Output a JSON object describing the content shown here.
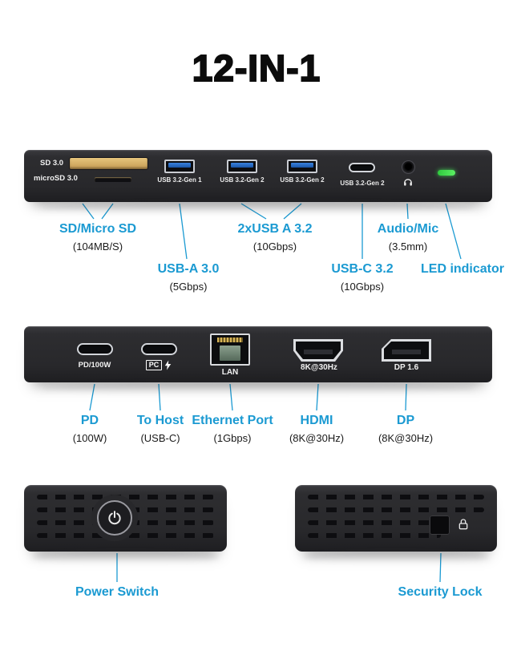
{
  "title": "12-IN-1",
  "colors": {
    "accent": "#1b9ad2",
    "led": "#3fdd4e",
    "device_body": "#28282b"
  },
  "top_view": {
    "sd_label": "SD 3.0",
    "microsd_label": "microSD 3.0",
    "usb_port_labels": [
      "USB 3.2-Gen 1",
      "USB 3.2-Gen 2",
      "USB 3.2-Gen 2"
    ],
    "usbc_label": "USB 3.2-Gen 2",
    "callouts": [
      {
        "title": "SD/Micro SD",
        "subtitle": "(104MB/S)"
      },
      {
        "title": "USB-A 3.0",
        "subtitle": "(5Gbps)"
      },
      {
        "title": "2xUSB A 3.2",
        "subtitle": "(10Gbps)"
      },
      {
        "title": "USB-C 3.2",
        "subtitle": "(10Gbps)"
      },
      {
        "title": "Audio/Mic",
        "subtitle": "(3.5mm)"
      },
      {
        "title": "LED indicator",
        "subtitle": ""
      }
    ]
  },
  "front_view": {
    "pd_port_label": "PD/100W",
    "host_port_label": "PC",
    "lan_port_label": "LAN",
    "hdmi_port_label": "8K@30Hz",
    "dp_port_label": "DP 1.6",
    "callouts": [
      {
        "title": "PD",
        "subtitle": "(100W)"
      },
      {
        "title": "To Host",
        "subtitle": "(USB-C)"
      },
      {
        "title": "Ethernet Port",
        "subtitle": "(1Gbps)"
      },
      {
        "title": "HDMI",
        "subtitle": "(8K@30Hz)"
      },
      {
        "title": "DP",
        "subtitle": "(8K@30Hz)"
      }
    ]
  },
  "side_views": {
    "callouts": [
      {
        "title": "Power Switch"
      },
      {
        "title": "Security Lock"
      }
    ]
  }
}
